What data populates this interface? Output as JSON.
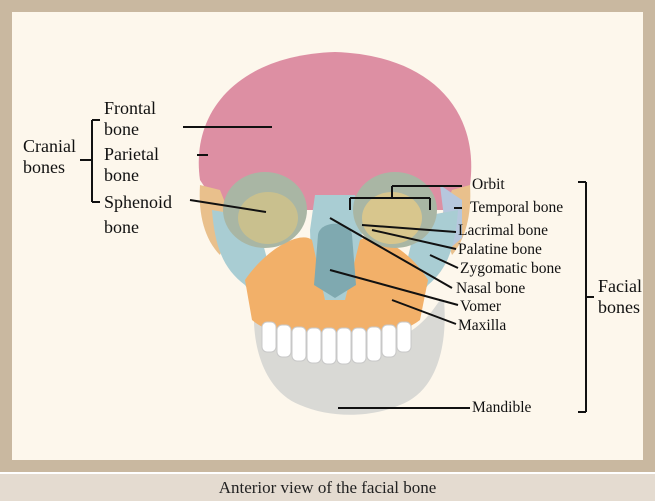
{
  "caption": "Anterior view of the facial bone",
  "groups": {
    "cranial": {
      "line1": "Cranial",
      "line2": "bones"
    },
    "facial": {
      "line1": "Facial",
      "line2": "bones"
    }
  },
  "labels": {
    "frontal": {
      "line1": "Frontal",
      "line2": "bone"
    },
    "parietal": {
      "line1": "Parietal",
      "line2": "bone"
    },
    "sphenoid": {
      "line1": "Sphenoid",
      "line2": "bone"
    },
    "orbit": "Orbit",
    "temporal": "Temporal bone",
    "lacrimal": "Lacrimal bone",
    "palatine": "Palatine bone",
    "zygomatic": "Zygomatic bone",
    "nasal": "Nasal bone",
    "vomer": "Vomer",
    "maxilla": "Maxilla",
    "mandible": "Mandible"
  },
  "colors": {
    "frontal": "#dd8fa3",
    "parietal": "#e9c08c",
    "sphenoid": "#a9cdd3",
    "maxilla": "#f2b069",
    "mandible": "#d9d9d5",
    "teeth": "#ffffff",
    "orbit_fill": "#8c8a6e",
    "frame": "#c9b8a0",
    "panel": "#fdf7ec"
  }
}
